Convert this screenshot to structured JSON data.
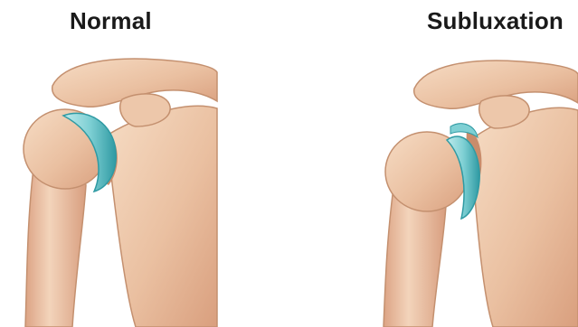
{
  "panels": [
    {
      "id": "normal",
      "label": "Normal"
    },
    {
      "id": "subluxation",
      "label": "Subluxation"
    }
  ],
  "colors": {
    "bone_light": "#f2d2b6",
    "bone_mid": "#e4b596",
    "bone_dark": "#c98c6b",
    "bone_outline": "#b9826a",
    "cartilage": "#7fd0d4",
    "cartilage_dark": "#2f9aa3",
    "background": "#ffffff"
  }
}
